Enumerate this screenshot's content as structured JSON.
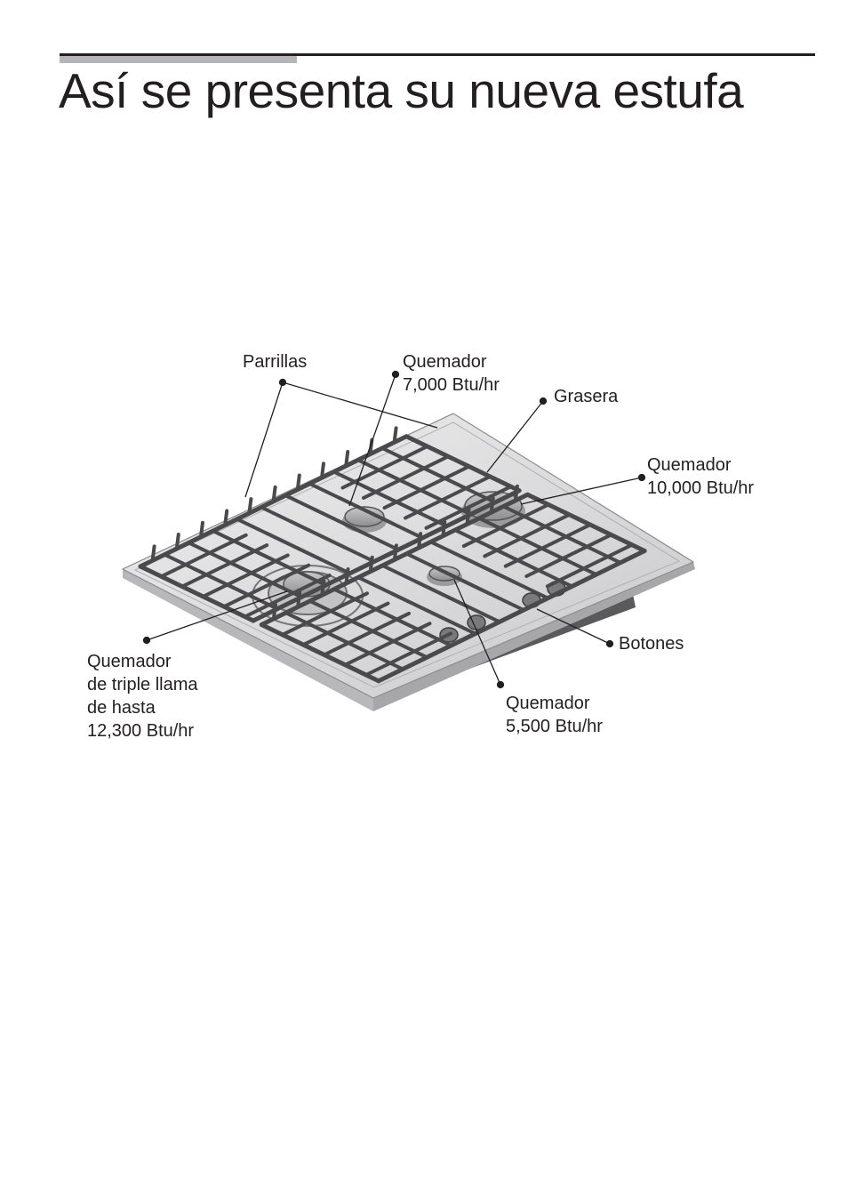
{
  "page": {
    "title": "Así se presenta su nueva estufa"
  },
  "labels": {
    "parrillas": "Parrillas",
    "q7000": [
      "Quemador",
      "7,000 Btu/hr"
    ],
    "grasera": "Grasera",
    "q10000": [
      "Quemador",
      "10,000 Btu/hr"
    ],
    "botones": "Botones",
    "q5500": [
      "Quemador",
      "5,500 Btu/hr"
    ],
    "triple": [
      "Quemador",
      "de triple llama",
      "de hasta",
      "12,300 Btu/hr"
    ]
  },
  "colors": {
    "text": "#231f20",
    "accent_bar": "#b5b6b8",
    "grate": "#4a4a4c",
    "steel": "#dcdcdd",
    "burner": "#a9a9ab"
  }
}
